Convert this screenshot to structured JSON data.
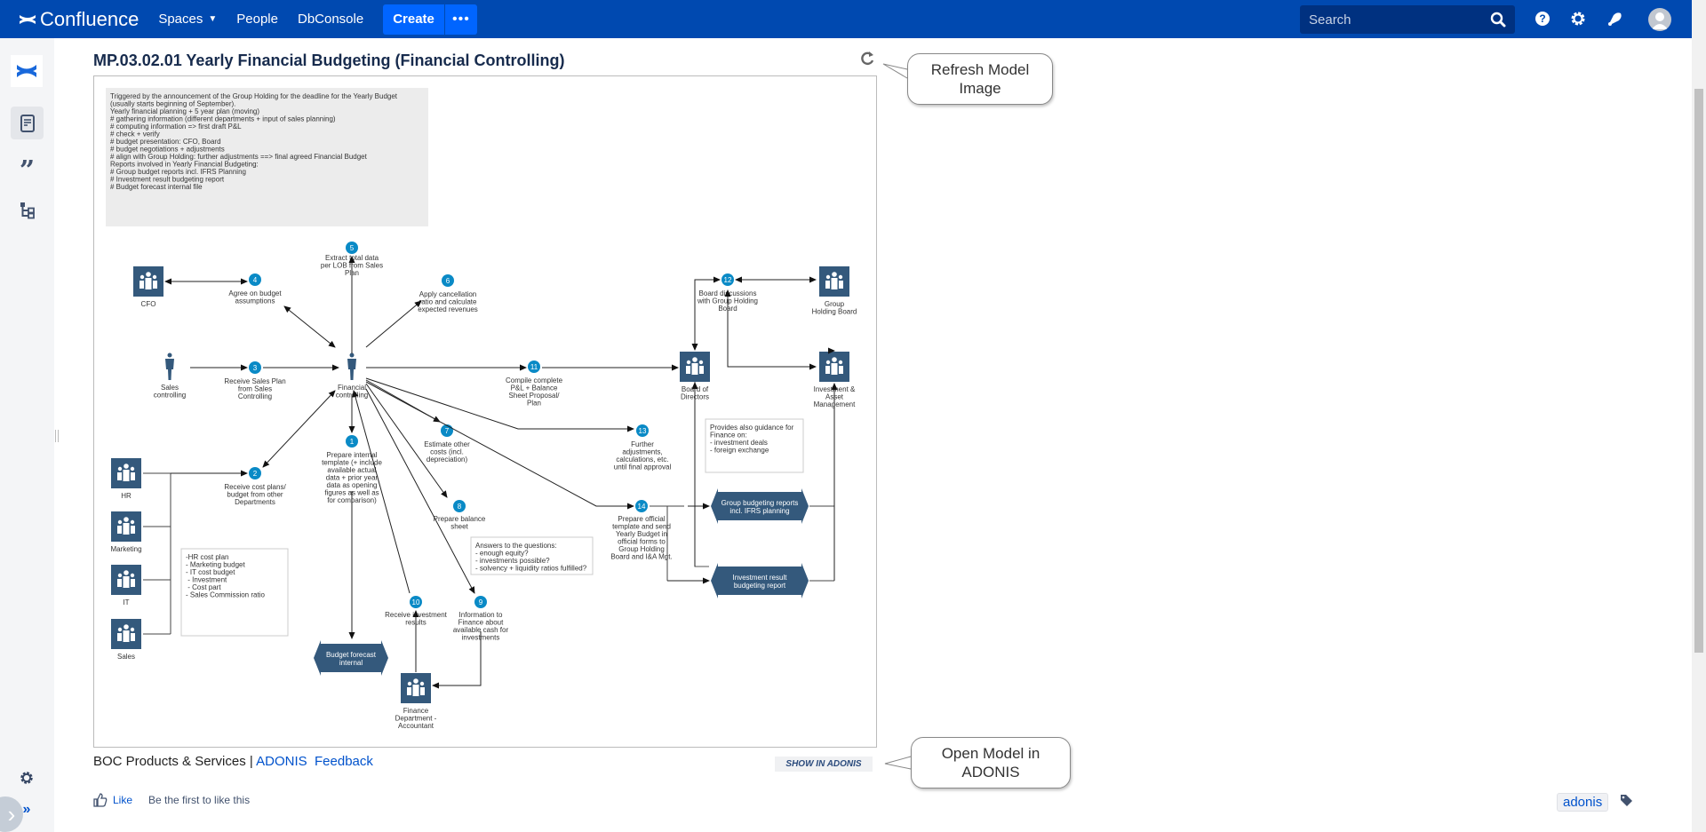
{
  "header": {
    "logo_text": "Confluence",
    "nav": [
      {
        "label": "Spaces",
        "has_dropdown": true
      },
      {
        "label": "People",
        "has_dropdown": false
      },
      {
        "label": "DbConsole",
        "has_dropdown": false
      }
    ],
    "create_label": "Create",
    "more_label": "•••",
    "search_placeholder": "Search",
    "icons": [
      "help-icon",
      "settings-icon",
      "notifications-icon",
      "user-avatar"
    ],
    "brand_color": "#0049b0",
    "accent_color": "#0065ff"
  },
  "sidebar": {
    "icons": [
      "confluence-logo",
      "pages-icon",
      "blog-quote-icon",
      "page-tree-icon"
    ],
    "bottom_icons": [
      "settings-icon",
      "expand-sidebar-icon"
    ]
  },
  "page": {
    "title": "MP.03.02.01 Yearly Financial Budgeting (Financial Controlling)",
    "refresh_callout": "Refresh Model Image",
    "open_callout": "Open Model in ADONIS",
    "footer_prefix": "BOC Products & Services |",
    "footer_link1": "ADONIS",
    "footer_link2": "Feedback",
    "show_in_adonis": "SHOW IN ADONIS",
    "like_label": "Like",
    "like_status": "Be the first to like this",
    "label": "adonis"
  },
  "diagram": {
    "intro_note": [
      "Triggered by the announcement of the Group Holding for the deadline for the Yearly Budget",
      "(usually starts beginning of September).",
      "",
      "Yearly financial planning + 5 year plan (moving)",
      "# gathering information (different departments + input of sales planning)",
      "# computing information => first draft P&L",
      "# check + verify",
      "# budget presentation: CFO, Board",
      "# budget negotiations + adjustments",
      "# align with Group Holding: further adjustments ==> final agreed Financial Budget",
      "",
      "Reports involved in Yearly Financial Budgeting:",
      "",
      "# Group budget reports incl. IFRS Planning",
      "# Investment result budgeting report",
      "# Budget forecast internal file"
    ],
    "roles": {
      "cfo": [
        "CFO"
      ],
      "sales_controlling": [
        "Sales",
        "controlling"
      ],
      "financial_controlling": [
        "Financial",
        "controlling"
      ],
      "hr": [
        "HR"
      ],
      "marketing": [
        "Marketing"
      ],
      "it": [
        "IT"
      ],
      "sales": [
        "Sales"
      ],
      "board": [
        "Board of",
        "Directors"
      ],
      "group_holding": [
        "Group",
        "Holding Board"
      ],
      "investment": [
        "Investment &",
        "Asset",
        "Management"
      ],
      "finance_dept": [
        "Finance",
        "Department -",
        "Accountant"
      ]
    },
    "steps": {
      "s1": {
        "num": "1",
        "label": [
          "Prepare internal",
          "template (+ include",
          "available actual",
          "data + prior year",
          "data as opening",
          "figures as well as",
          "for comparison)"
        ]
      },
      "s2": {
        "num": "2",
        "label": [
          "Receive cost plans/",
          "budget from other",
          "Departments"
        ]
      },
      "s3": {
        "num": "3",
        "label": [
          "Receive Sales Plan",
          "from Sales",
          "Controlling"
        ]
      },
      "s4": {
        "num": "4",
        "label": [
          "Agree on budget",
          "assumptions"
        ]
      },
      "s5": {
        "num": "5",
        "label": [
          "Extract total data",
          "per LOB from Sales",
          "Plan"
        ]
      },
      "s6": {
        "num": "6",
        "label": [
          "Apply cancellation",
          "ratio and calculate",
          "expected revenues"
        ]
      },
      "s7": {
        "num": "7",
        "label": [
          "Estimate other",
          "costs (incl.",
          "depreciation)"
        ]
      },
      "s8": {
        "num": "8",
        "label": [
          "Prepare balance",
          "sheet"
        ]
      },
      "s9": {
        "num": "9",
        "label": [
          "Information to",
          "Finance about",
          "available cash for",
          "investments"
        ]
      },
      "s10": {
        "num": "10",
        "label": [
          "Receive investment",
          "results"
        ]
      },
      "s11": {
        "num": "11",
        "label": [
          "Compile complete",
          "P&L + Balance",
          "Sheet Proposal/",
          "Plan"
        ]
      },
      "s12": {
        "num": "12",
        "label": [
          "Board discussions",
          "with Group Holding",
          "Board"
        ]
      },
      "s13": {
        "num": "13",
        "label": [
          "Further",
          "adjustments,",
          "calculations, etc.",
          "until final approval"
        ]
      },
      "s14": {
        "num": "14",
        "label": [
          "Prepare official",
          "template and send",
          "Yearly Budget in",
          "official forms to",
          "Group Holding",
          "Board and I&A Mgt."
        ]
      }
    },
    "documents": {
      "budget_forecast": [
        "Budget forecast",
        "internal"
      ],
      "group_reports": [
        "Group budgeting reports",
        "incl. IFRS planning"
      ],
      "investment_report": [
        "Investment result",
        "budgeting report"
      ]
    },
    "notes": {
      "cost_plans": [
        "-HR cost plan",
        "",
        "- Marketing budget",
        "",
        "- IT cost budget",
        "  - Investment",
        "  - Cost part",
        "",
        "- Sales Commission ratio"
      ],
      "questions": [
        "Answers to the questions:",
        "- enough equity?",
        "- investments possible?",
        "- solvency + liquidity ratios fulfilled?"
      ],
      "guidance": [
        "Provides also guidance for",
        "Finance on:",
        "- investment deals",
        "- foreign exchange"
      ]
    },
    "colors": {
      "role_box": "#34597c",
      "step_circle": "#0a8ac6",
      "note_bg": "#ececec"
    }
  }
}
